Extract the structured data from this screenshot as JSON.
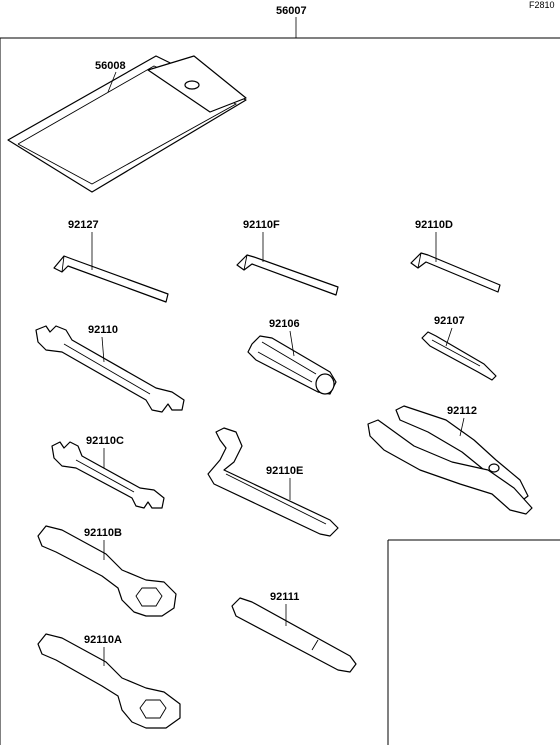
{
  "figure_code": "F2810",
  "assembly": {
    "part_number": "56007"
  },
  "parts": [
    {
      "id": "pouch",
      "part_number": "56008"
    },
    {
      "id": "hex-key-large",
      "part_number": "92127"
    },
    {
      "id": "hex-key-medium",
      "part_number": "92110F"
    },
    {
      "id": "hex-key-small",
      "part_number": "92110D"
    },
    {
      "id": "open-wrench-large",
      "part_number": "92110"
    },
    {
      "id": "screwdriver-handle",
      "part_number": "92106"
    },
    {
      "id": "screwdriver-bit",
      "part_number": "92107"
    },
    {
      "id": "pliers",
      "part_number": "92112"
    },
    {
      "id": "open-wrench-small",
      "part_number": "92110C"
    },
    {
      "id": "hook-spanner",
      "part_number": "92110E"
    },
    {
      "id": "box-wrench-upper",
      "part_number": "92110B"
    },
    {
      "id": "extension-bar",
      "part_number": "92111"
    },
    {
      "id": "box-wrench-lower",
      "part_number": "92110A"
    }
  ]
}
